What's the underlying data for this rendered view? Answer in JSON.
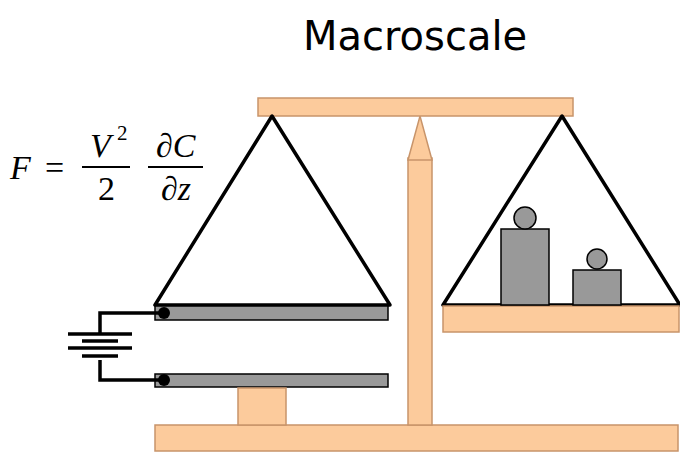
{
  "diagram": {
    "title": "Macroscale",
    "labels": [
      "F",
      "=",
      "V",
      "2",
      "2",
      "∂C",
      "∂z"
    ]
  }
}
